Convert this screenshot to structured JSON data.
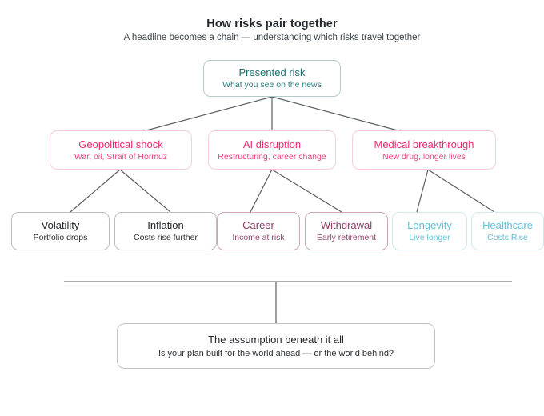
{
  "header": {
    "title": "How risks pair together",
    "subtitle": "A headline becomes a chain — understanding which risks travel together"
  },
  "diagram": {
    "type": "tree",
    "root": {
      "label": "Presented risk",
      "sublabel": "What you see on the news",
      "color": "#1f6f72"
    },
    "branches": [
      {
        "label": "Geopolitical shock",
        "sublabel": "War, oil, Strait of Hormuz",
        "color": "#ec2a72",
        "children": [
          {
            "label": "Volatility",
            "sublabel": "Portfolio drops",
            "color": "#232528"
          },
          {
            "label": "Inflation",
            "sublabel": "Costs rise further",
            "color": "#232528"
          }
        ]
      },
      {
        "label": "AI disruption",
        "sublabel": "Restructuring, career change",
        "color": "#ec2a72",
        "children": [
          {
            "label": "Career",
            "sublabel": "Income at risk",
            "color": "#8e4069"
          },
          {
            "label": "Withdrawal",
            "sublabel": "Early retirement",
            "color": "#8e4069"
          }
        ]
      },
      {
        "label": "Medical breakthrough",
        "sublabel": "New drug, longer lives",
        "color": "#ec2a72",
        "children": [
          {
            "label": "Longevity",
            "sublabel": "Live longer",
            "color": "#62c2d6"
          },
          {
            "label": "Healthcare",
            "sublabel": "Costs Rise",
            "color": "#62c2d6"
          }
        ]
      }
    ],
    "footer_node": {
      "label": "The assumption beneath it all",
      "sublabel": "Is your plan built for the world ahead — or the world behind?"
    },
    "connector_color": "#5b5f63",
    "divider_color": "#8c9096"
  }
}
